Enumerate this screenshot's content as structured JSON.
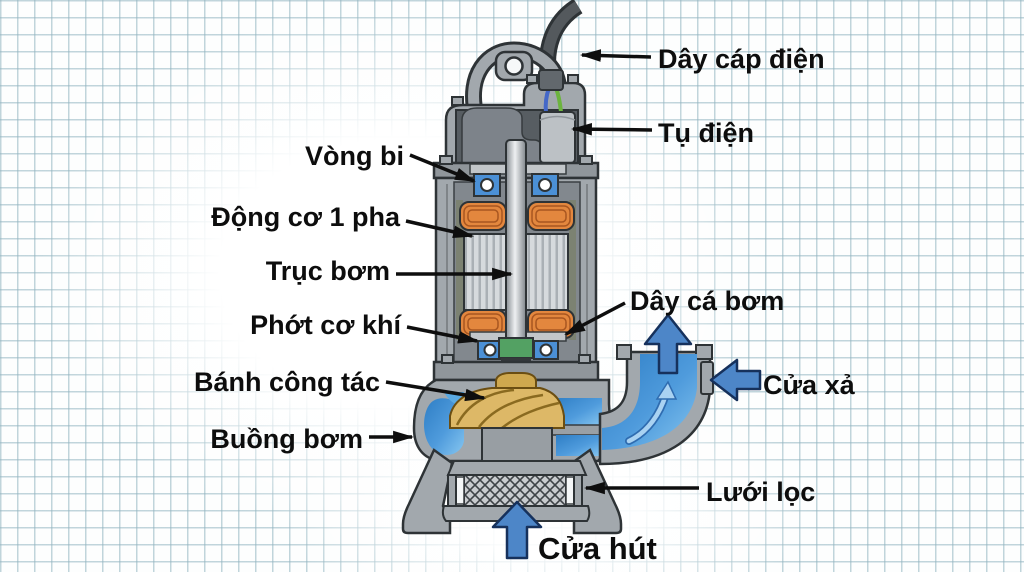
{
  "labels": {
    "vong_bi": "Vòng bi",
    "dong_co_1_pha": "Động cơ 1 pha",
    "truc_bom": "Trục bơm",
    "phot_co_khi": "Phớt cơ khí",
    "banh_cong_tac": "Bánh công tác",
    "buong_bom": "Buồng bơm",
    "day_cap_dien": "Dây cáp điện",
    "tu_dien": "Tụ điện",
    "day_ca_bom": "Dây cá bơm",
    "cua_xa": "Cửa xả",
    "luoi_loc": "Lưới lọc",
    "cua_hut": "Cửa hút"
  },
  "colors": {
    "grid_line": "#8fb2be",
    "outline": "#2e3336",
    "body_gray": "#a2a8ad",
    "water_blue": "#4f9bdc",
    "flow_arrow_blue": "#4d86c8",
    "winding_orange": "#e3873e",
    "bearing_blue": "#4b90d6",
    "seal_green": "#53a163",
    "impeller_gold": "#ddb867",
    "label_text": "#0d0d0d"
  }
}
